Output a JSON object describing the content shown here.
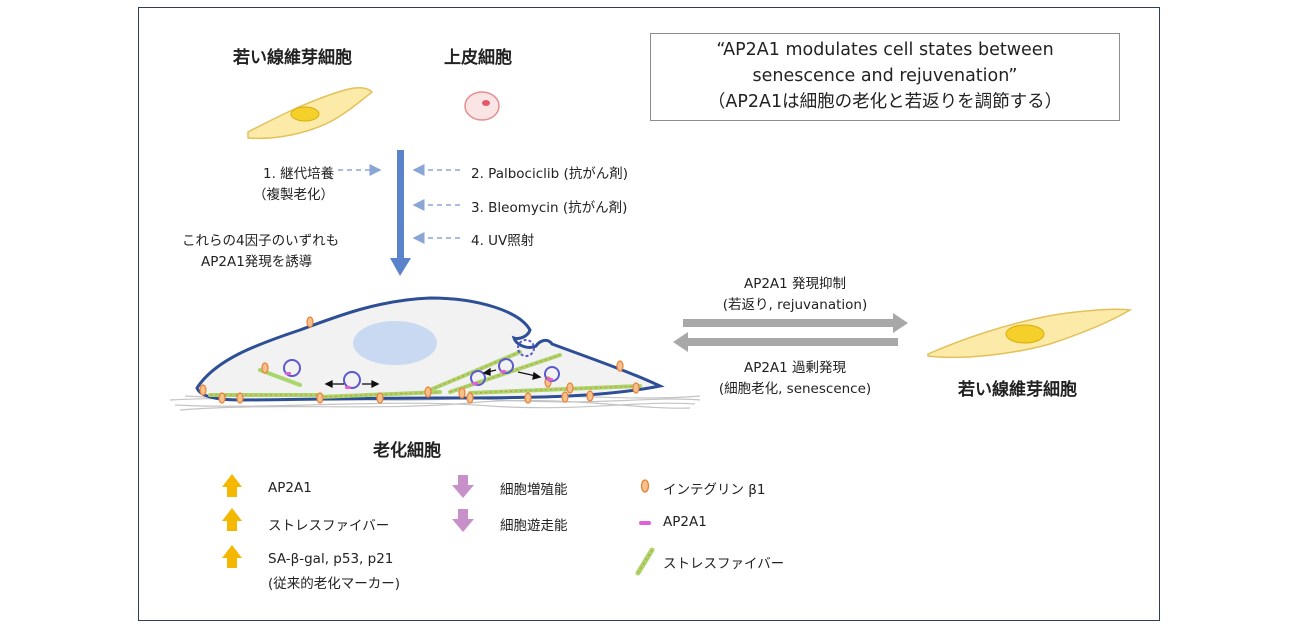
{
  "titles": {
    "young_fibroblast": "若い線維芽細胞",
    "epithelial": "上皮細胞",
    "senescent": "老化細胞",
    "young_fibroblast_right": "若い線維芽細胞"
  },
  "quote": {
    "line1": "“AP2A1 modulates cell states between",
    "line2": "senescence and rejuvenation”",
    "line3": "（AP2A1は細胞の老化と若返りを調節する）"
  },
  "factors": {
    "f1_line1": "1. 継代培養",
    "f1_line2": "（複製老化）",
    "f2": "2. Palbociclib (抗がん剤)",
    "f3": "3. Bleomycin (抗がん剤)",
    "f4": "4. UV照射",
    "note_line1": "これらの4因子のいずれも",
    "note_line2": "AP2A1発現を誘導"
  },
  "transition": {
    "top_line1": "AP2A1 発現抑制",
    "top_line2": "(若返り, rejuvanation)",
    "bottom_line1": "AP2A1 過剰発現",
    "bottom_line2": "(細胞老化, senescence)"
  },
  "legend": {
    "up1": "AP2A1",
    "up2": "ストレスファイバー",
    "up3_line1": "SA-β-gal, p53, p21",
    "up3_line2": "(従来的老化マーカー)",
    "down1": "細胞増殖能",
    "down2": "細胞遊走能",
    "sym1": "インテグリン β1",
    "sym2": "AP2A1",
    "sym3": "ストレスファイバー"
  },
  "colors": {
    "frame": "#2f3e5c",
    "cell_outline": "#2e4f96",
    "arrow_blue": "#5b83cc",
    "up_arrow": "#f5b800",
    "down_arrow": "#c890c8",
    "integrin": "#e8823a",
    "ap2a1": "#e060d8",
    "fibroblast_fill": "#fbeaa8"
  }
}
